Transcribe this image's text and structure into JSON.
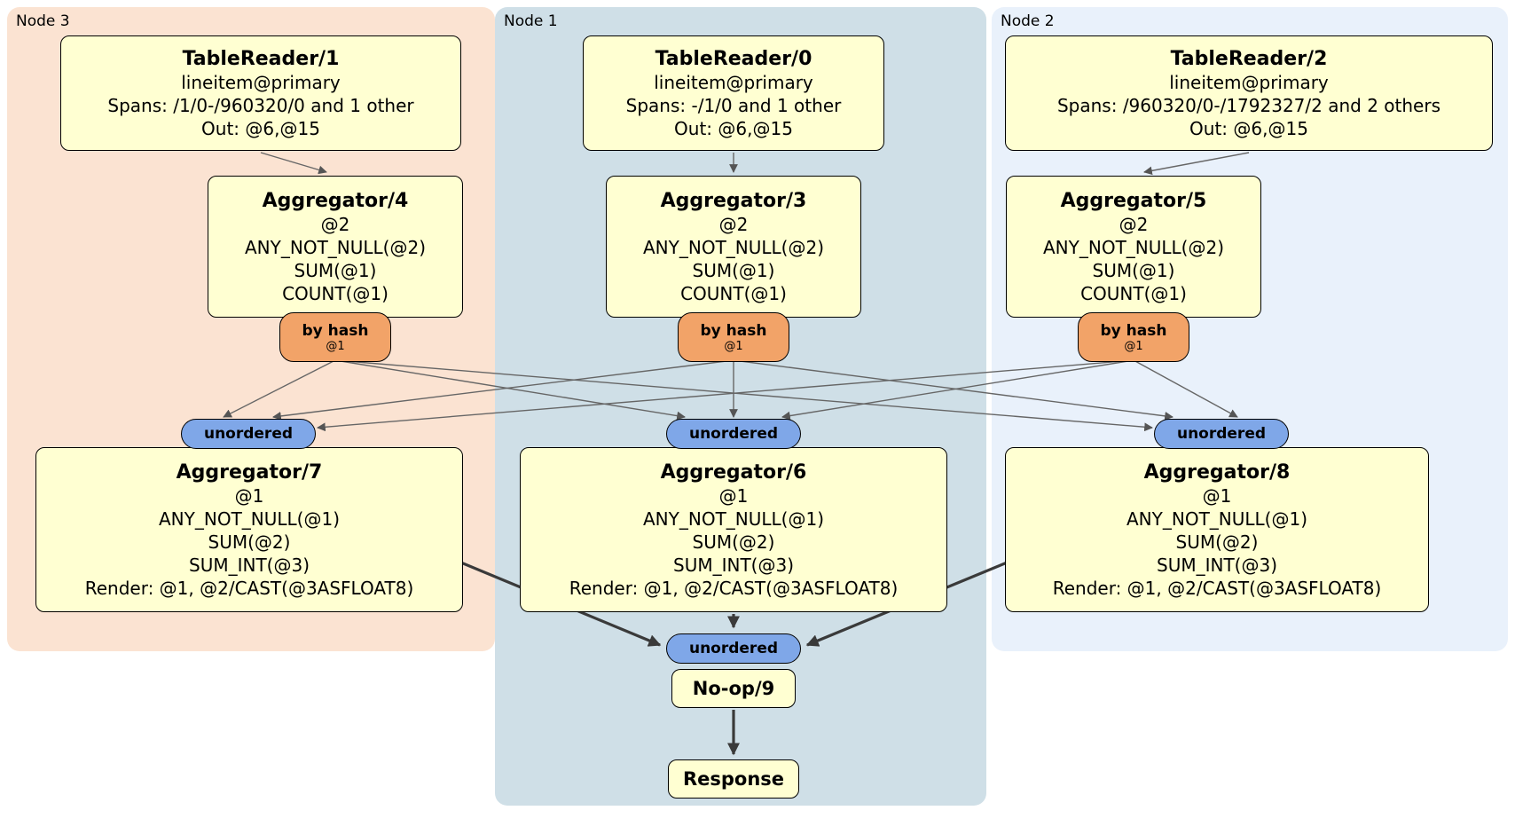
{
  "colors": {
    "node3_bg": "#fbe3d2",
    "node1_bg": "#cfdfe7",
    "node2_bg": "#e9f1fb",
    "box_bg": "#ffffd2",
    "router_bg": "#f2a368",
    "stream_bg": "#7fa7e8",
    "edge_thin": "#666666",
    "edge_thick": "#3a3a3a"
  },
  "nodes": [
    {
      "label": "Node 3",
      "table_reader": {
        "title": "TableReader/1",
        "lines": [
          "lineitem@primary",
          "Spans: /1/0-/960320/0 and 1 other",
          "Out: @6,@15"
        ]
      },
      "aggregator_top": {
        "title": "Aggregator/4",
        "lines": [
          "@2",
          "ANY_NOT_NULL(@2)",
          "SUM(@1)",
          "COUNT(@1)"
        ]
      },
      "router": {
        "label": "by hash",
        "detail": "@1"
      },
      "stream": {
        "label": "unordered"
      },
      "aggregator_bottom": {
        "title": "Aggregator/7",
        "lines": [
          "@1",
          "ANY_NOT_NULL(@1)",
          "SUM(@2)",
          "SUM_INT(@3)",
          "Render: @1, @2/CAST(@3ASFLOAT8)"
        ]
      }
    },
    {
      "label": "Node 1",
      "table_reader": {
        "title": "TableReader/0",
        "lines": [
          "lineitem@primary",
          "Spans: -/1/0 and 1 other",
          "Out: @6,@15"
        ]
      },
      "aggregator_top": {
        "title": "Aggregator/3",
        "lines": [
          "@2",
          "ANY_NOT_NULL(@2)",
          "SUM(@1)",
          "COUNT(@1)"
        ]
      },
      "router": {
        "label": "by hash",
        "detail": "@1"
      },
      "stream": {
        "label": "unordered"
      },
      "aggregator_bottom": {
        "title": "Aggregator/6",
        "lines": [
          "@1",
          "ANY_NOT_NULL(@1)",
          "SUM(@2)",
          "SUM_INT(@3)",
          "Render: @1, @2/CAST(@3ASFLOAT8)"
        ]
      }
    },
    {
      "label": "Node 2",
      "table_reader": {
        "title": "TableReader/2",
        "lines": [
          "lineitem@primary",
          "Spans: /960320/0-/1792327/2 and 2 others",
          "Out: @6,@15"
        ]
      },
      "aggregator_top": {
        "title": "Aggregator/5",
        "lines": [
          "@2",
          "ANY_NOT_NULL(@2)",
          "SUM(@1)",
          "COUNT(@1)"
        ]
      },
      "router": {
        "label": "by hash",
        "detail": "@1"
      },
      "stream": {
        "label": "unordered"
      },
      "aggregator_bottom": {
        "title": "Aggregator/8",
        "lines": [
          "@1",
          "ANY_NOT_NULL(@1)",
          "SUM(@2)",
          "SUM_INT(@3)",
          "Render: @1, @2/CAST(@3ASFLOAT8)"
        ]
      }
    }
  ],
  "final": {
    "stream_label": "unordered",
    "noop_label": "No-op/9",
    "response_label": "Response"
  }
}
